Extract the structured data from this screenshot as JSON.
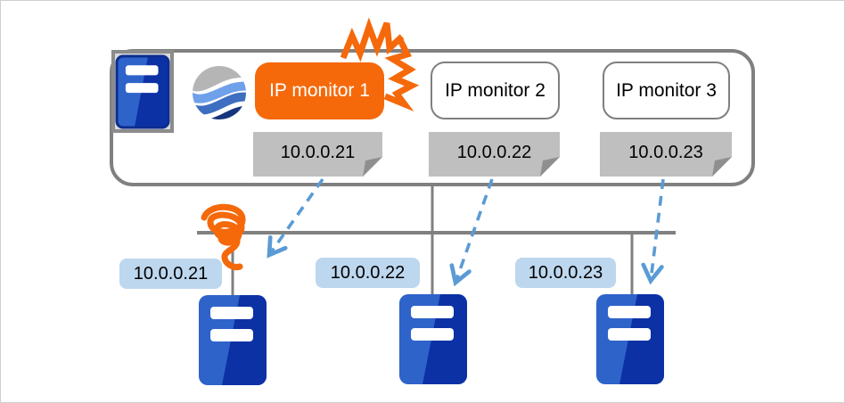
{
  "appliance": {
    "monitors": [
      {
        "label": "IP monitor 1",
        "ip": "10.0.0.21",
        "state": "alert"
      },
      {
        "label": "IP monitor 2",
        "ip": "10.0.0.22",
        "state": "normal"
      },
      {
        "label": "IP monitor 3",
        "ip": "10.0.0.23",
        "state": "normal"
      }
    ]
  },
  "servers": [
    {
      "ip": "10.0.0.21",
      "link": "broken"
    },
    {
      "ip": "10.0.0.22",
      "link": "connected"
    },
    {
      "ip": "10.0.0.23",
      "link": "connected"
    }
  ],
  "icons": {
    "appliance_server": "server-icon",
    "brand_globe": "globe-wave-logo-icon",
    "failure_burst": "crash-burst-icon",
    "broken_link": "broken-coil-icon",
    "monitor_arrow": "dashed-arrow-icon"
  },
  "colors": {
    "accent_orange": "#F5690B",
    "arrow_blue": "#5B9BD5",
    "label_blue_bg": "#BDD7EE",
    "note_gray": "#BFBFBF",
    "note_fold_gray": "#8F8F8F",
    "line_gray": "#808080",
    "server_blue": "#2E63CA",
    "server_dark_blue": "#0C31A5",
    "globe_navy": "#17357E"
  }
}
